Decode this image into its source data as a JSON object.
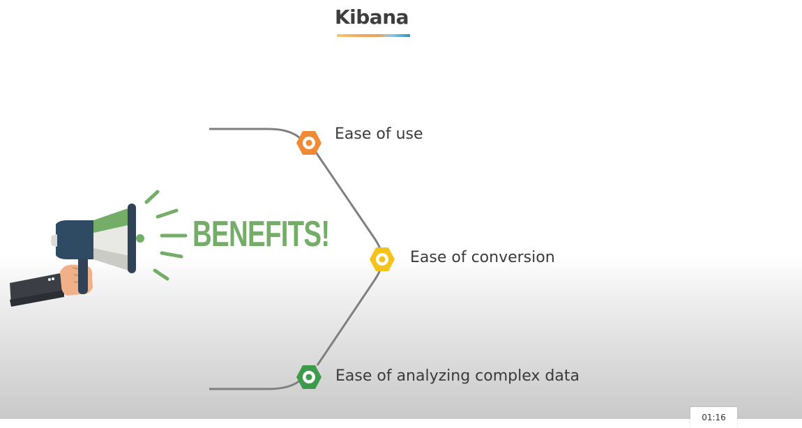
{
  "slide": {
    "title": "Kibana"
  },
  "graphic": {
    "headline": "BENEFITS!",
    "headline_color": "#74ad68"
  },
  "benefits": [
    {
      "label": "Ease of use",
      "node_color": "#f08a34",
      "icon": "hexagon-node-icon"
    },
    {
      "label": "Ease of conversion",
      "node_color": "#f5c21b",
      "icon": "hexagon-node-icon"
    },
    {
      "label": "Ease of analyzing complex data",
      "node_color": "#3d9a4a",
      "icon": "hexagon-node-icon"
    }
  ],
  "player": {
    "timer": "01:16"
  }
}
